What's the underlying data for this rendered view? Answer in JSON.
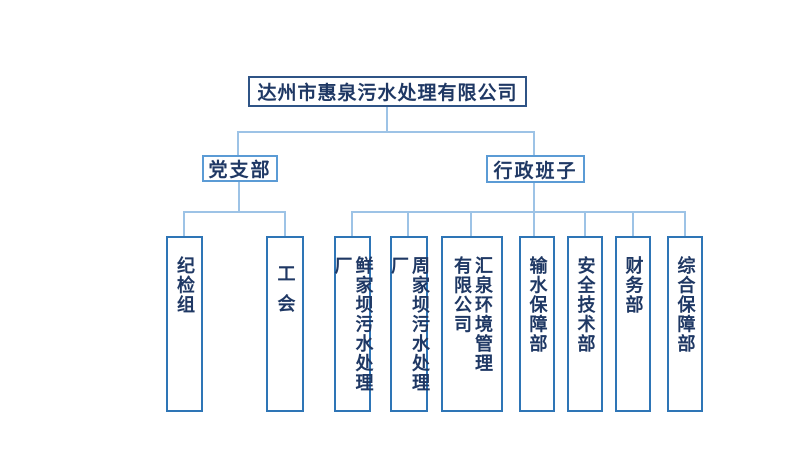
{
  "colors": {
    "text": "#1F3864",
    "root_border": "#2F5486",
    "branch_border": "#5B9BD5",
    "leaf_border": "#2E75B6",
    "connector": "#9DC3E6",
    "background": "#ffffff"
  },
  "org_chart": {
    "type": "organization-chart",
    "root": {
      "label": "达州市惠泉污水处理有限公司"
    },
    "branches": [
      {
        "label": "党支部",
        "children": [
          {
            "label": "纪检组"
          },
          {
            "label": "工会"
          }
        ]
      },
      {
        "label": "行政班子",
        "children": [
          {
            "label": "鲜家坝污水处理厂"
          },
          {
            "label": "周家坝污水处理厂"
          },
          {
            "label": "汇泉环境管理\n有限公司"
          },
          {
            "label": "输水保障部"
          },
          {
            "label": "安全技术部"
          },
          {
            "label": "财务部"
          },
          {
            "label": "综合保障部"
          }
        ]
      }
    ]
  }
}
